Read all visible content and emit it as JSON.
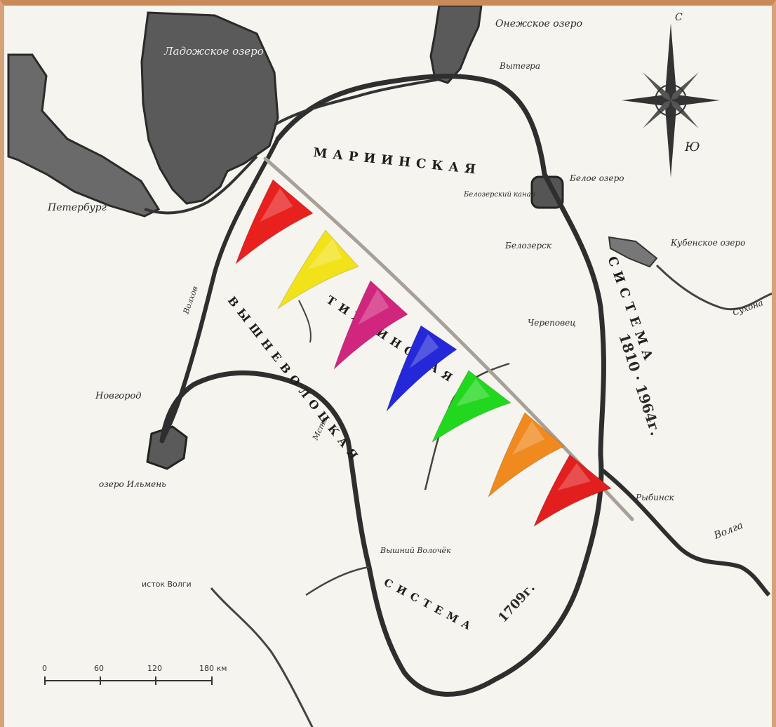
{
  "labels": {
    "ladoga": "Ладожское озеро",
    "onega": "Онежское озеро",
    "vytegra": "Вытегра",
    "petersburg": "Петербург",
    "mariinskaya": "МАРИИНСКАЯ",
    "beloe": "Белое озеро",
    "kubenskoe": "Кубенское озеро",
    "belozersky": "Белозерский канал",
    "belozersk": "Белозерск",
    "cherepovets": "Череповец",
    "sukhona": "Сухона",
    "sistema_right": "СИСТЕМА",
    "years_right": "1810 · 1964г.",
    "vyshnevolotskaya": "ВЫШНЕВОЛОЦКАЯ",
    "tikhvinskaya": "ТИХВИНСКАЯ",
    "novgorod": "Новгород",
    "ilmen": "озеро Ильмень",
    "vyshny_volochek": "Вышний Волочёк",
    "sistema_bottom": "СИСТЕМА",
    "year_bottom": "1709г.",
    "volga_source": "исток Волги",
    "rybinsk": "Рыбинск",
    "volga": "Волга",
    "volkhov": "Волхов",
    "msta": "Мста"
  },
  "compass": {
    "north": "С",
    "south": "Ю"
  },
  "scale": {
    "ticks": [
      "0",
      "60",
      "120",
      "180 км"
    ]
  },
  "flags": {
    "colors": [
      "#e8201e",
      "#f2e21a",
      "#d0267e",
      "#2428d8",
      "#22d81e",
      "#f08a1e",
      "#e21e1e"
    ]
  }
}
